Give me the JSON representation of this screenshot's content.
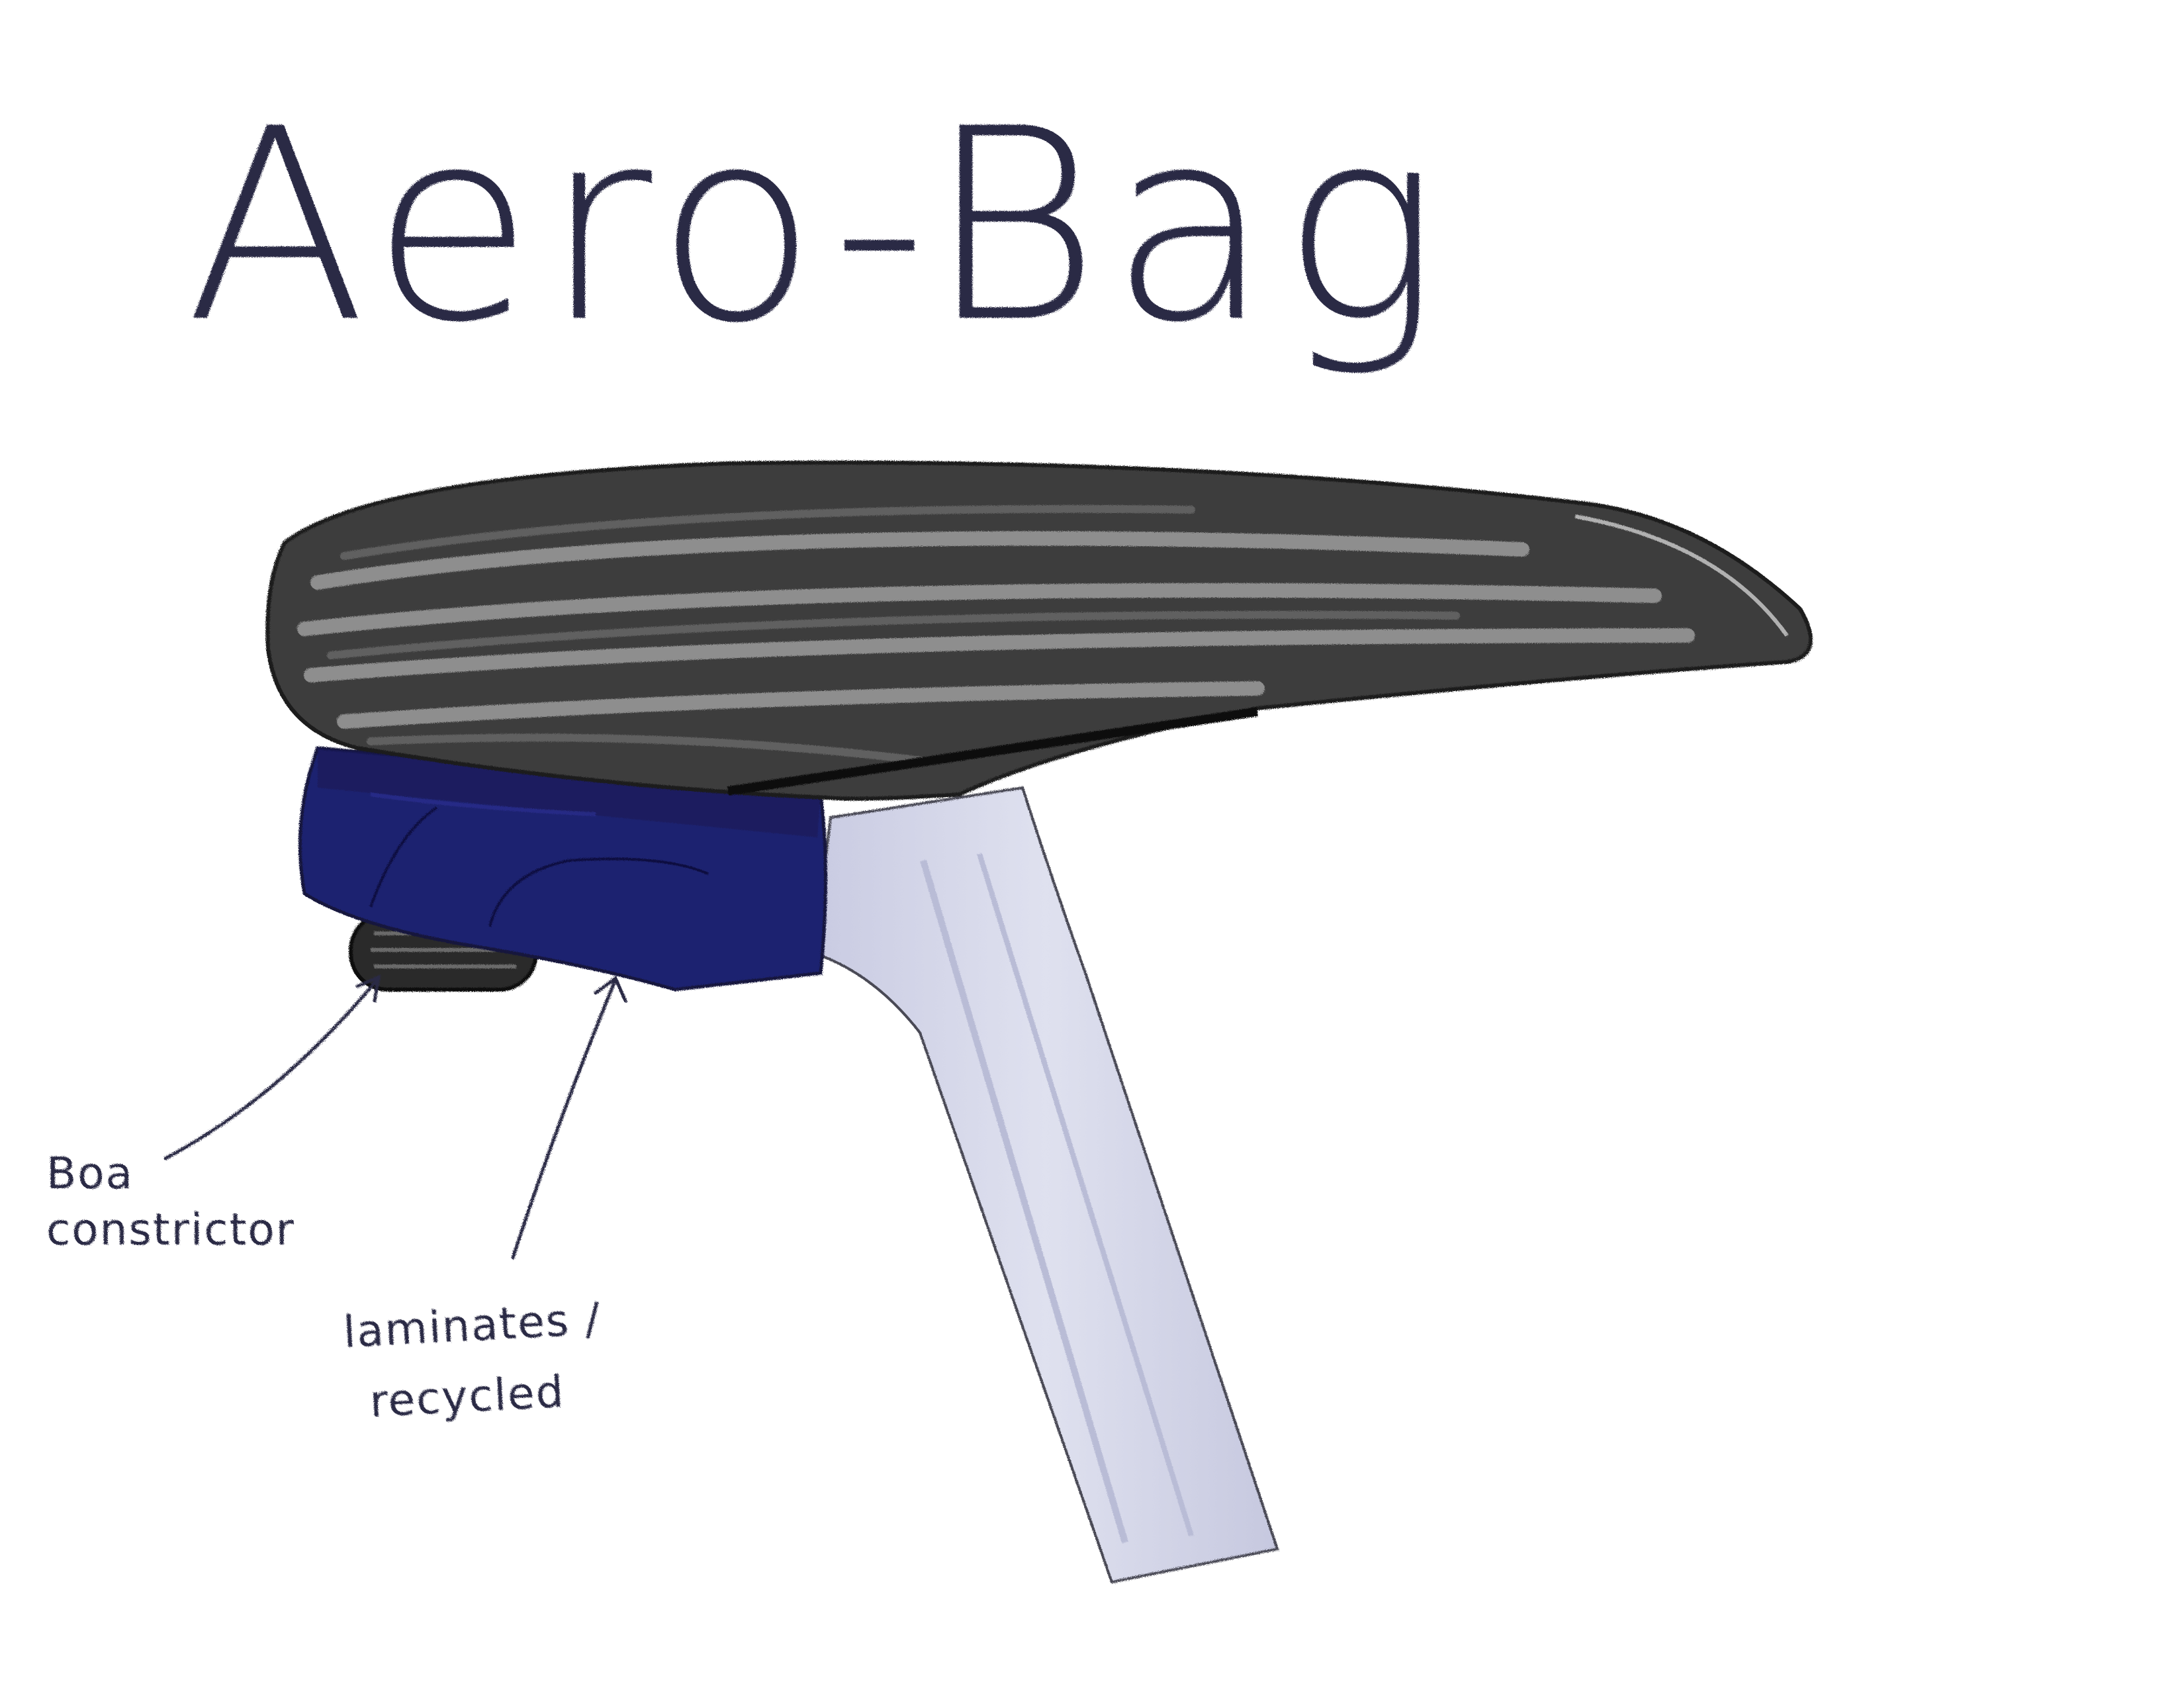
{
  "title": "Aero-Bag",
  "labels": {
    "boa_line1": "Boa",
    "boa_line2": "constrictor",
    "laminates_line1": "laminates /",
    "laminates_line2": "recycled"
  },
  "colors": {
    "ink": "#2c2a45",
    "saddle_dark": "#3d3d3d",
    "saddle_light": "#a9a9a9",
    "bag_navy": "#1f2370",
    "seatpost": "#d5d7e9",
    "outline": "#1a1a1a"
  },
  "icons": {
    "boa_dial": "boa-dial-icon",
    "arrows": "arrow-icon"
  }
}
